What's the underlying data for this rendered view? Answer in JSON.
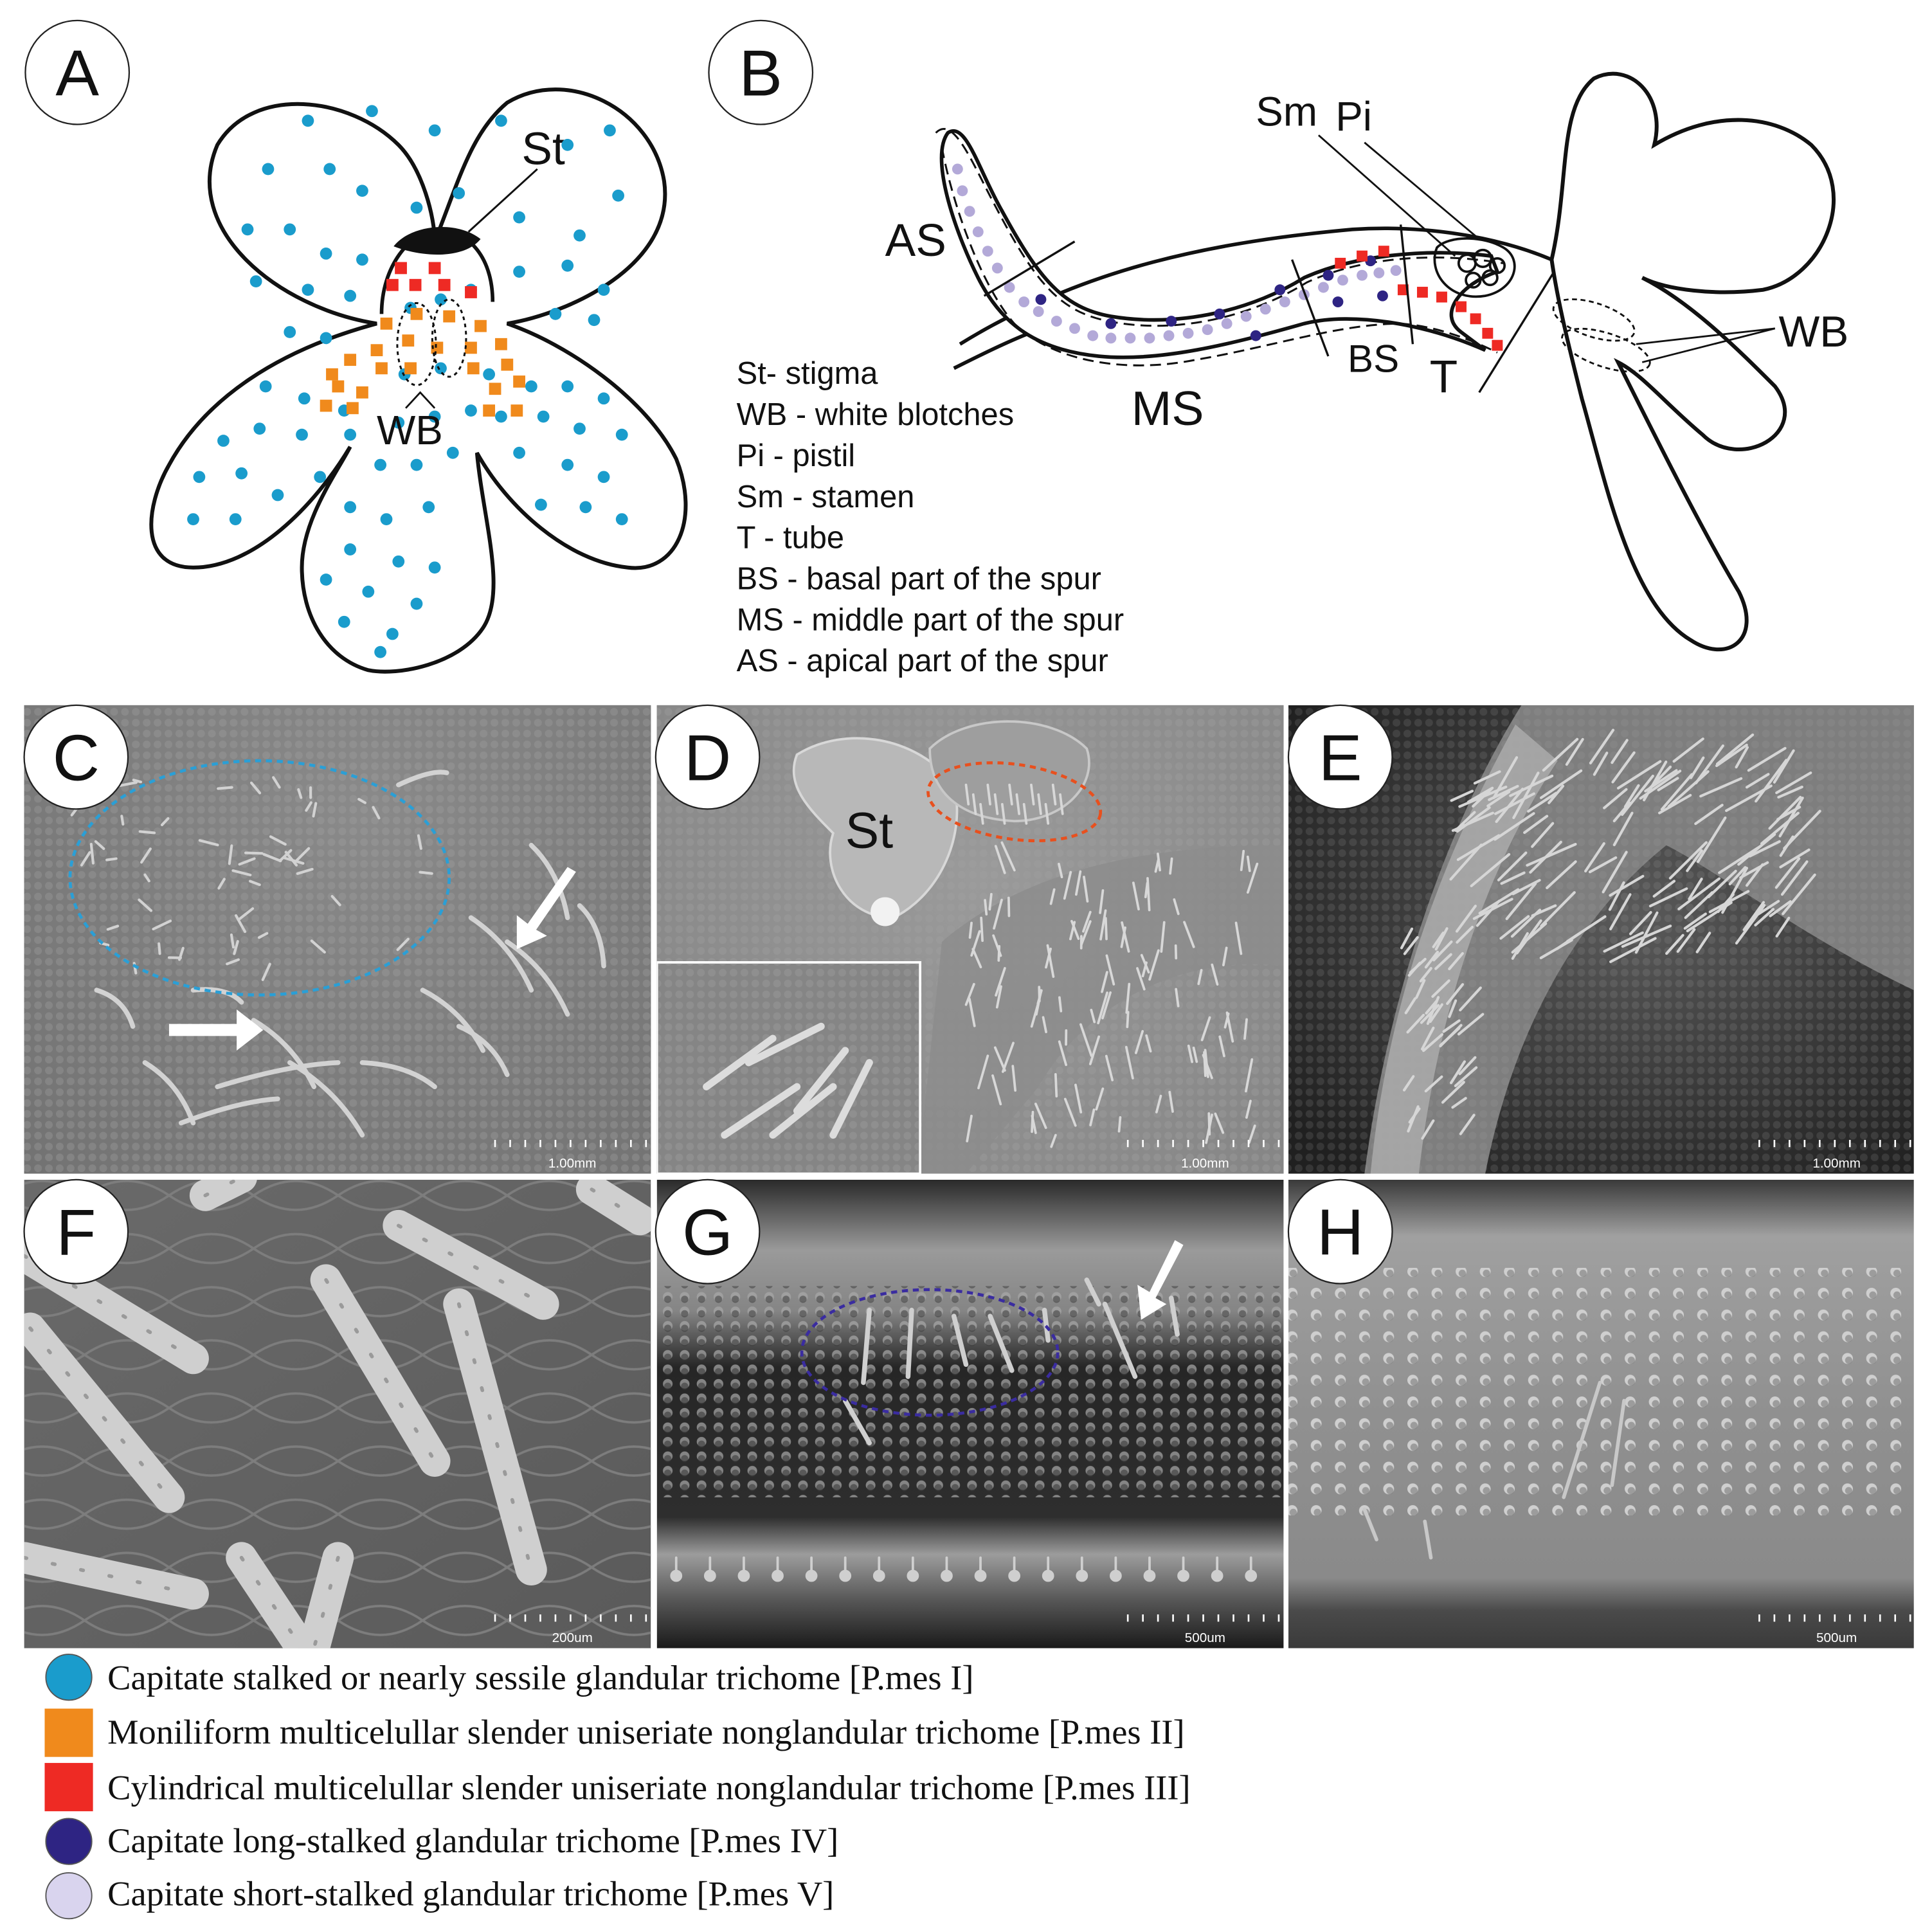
{
  "panel_letters": [
    "A",
    "B",
    "C",
    "D",
    "E",
    "F",
    "G",
    "H"
  ],
  "diagram_a": {
    "label_st": "St",
    "label_wb": "WB"
  },
  "diagram_b": {
    "label_sm": "Sm",
    "label_pi": "Pi",
    "label_as": "AS",
    "label_ms": "MS",
    "label_bs": "BS",
    "label_t": "T",
    "label_wb": "WB"
  },
  "abbreviations": [
    "St- stigma",
    "WB - white blotches",
    "Pi - pistil",
    "Sm - stamen",
    "T - tube",
    "BS - basal part of the spur",
    "MS - middle part of the spur",
    "AS - apical part of the spur"
  ],
  "micrographs": {
    "c": {
      "scale": "1.00mm"
    },
    "d": {
      "scale": "1.00mm",
      "label_st": "St"
    },
    "e": {
      "scale": "1.00mm"
    },
    "f": {
      "scale": "200um"
    },
    "g": {
      "scale": "500um"
    },
    "h": {
      "scale": "500um"
    }
  },
  "legend": [
    {
      "shape": "circle",
      "color": "#1a9ccc",
      "text": "Capitate stalked or nearly sessile glandular trichome [P.mes I]"
    },
    {
      "shape": "square",
      "color": "#f08a1c",
      "text": "Moniliform multicelullar slender uniseriate nonglandular trichome [P.mes II]"
    },
    {
      "shape": "square",
      "color": "#ee2a24",
      "text": "Cylindrical multicelullar slender uniseriate nonglandular trichome [P.mes III]"
    },
    {
      "shape": "circle",
      "color": "#2e2483",
      "text": "Capitate long-stalked glandular trichome [P.mes IV]"
    },
    {
      "shape": "circle",
      "color": "#d9d4ee",
      "text": "Capitate short-stalked glandular trichome [P.mes V]"
    }
  ],
  "colors": {
    "type_i": "#1a9ccc",
    "type_ii": "#f08a1c",
    "type_iii": "#ee2a24",
    "type_iv": "#2e2483",
    "type_v": "#b3a9d8",
    "ellipse_c": "#2a9fd6",
    "ellipse_d": "#e8501e",
    "ellipse_g": "#3a2ca0"
  }
}
